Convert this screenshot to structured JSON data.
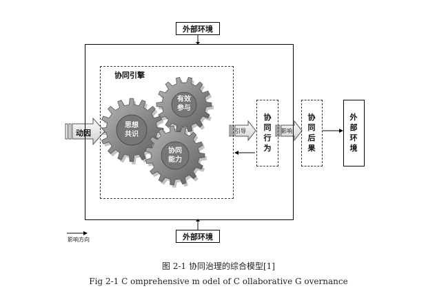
{
  "top_env": "外部环境",
  "bottom_env": "外部环境",
  "right_env": "外部环境",
  "engine_label": "协同引擎",
  "driver_label": "动因",
  "gear_participation": "有效参与",
  "gear_thought": "思想共识",
  "gear_capacity": "协同能力",
  "arrow_guide": "引导",
  "collab_action": "协同行为",
  "arrow_impact": "影响",
  "collab_outcome": "协同后果",
  "influence_direction": "影响方向",
  "caption_cn": "图 2-1   协同治理的综合模型[1]",
  "caption_en": "Fig 2-1 C omprehensive m odel of C ollaborative G overnance"
}
